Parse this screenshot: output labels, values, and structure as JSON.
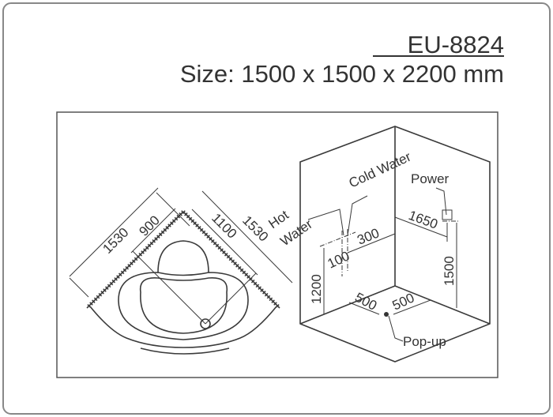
{
  "header": {
    "model": "EU-8824",
    "size": "Size: 1500 x 1500 x 2200 mm"
  },
  "plan_view": {
    "dims": [
      "1530",
      "900",
      "1100",
      "1530"
    ]
  },
  "install_view": {
    "labels": {
      "hot_water_1": "Hot",
      "hot_water_2": "Water",
      "cold_water": "Cold Water",
      "power": "Power",
      "popup": "Pop-up"
    },
    "dims": {
      "d1650": "1650",
      "d300": "300",
      "d100": "100",
      "d1200": "1200",
      "d1500": "1500",
      "d500_left": "500",
      "d500_right": "500"
    }
  }
}
